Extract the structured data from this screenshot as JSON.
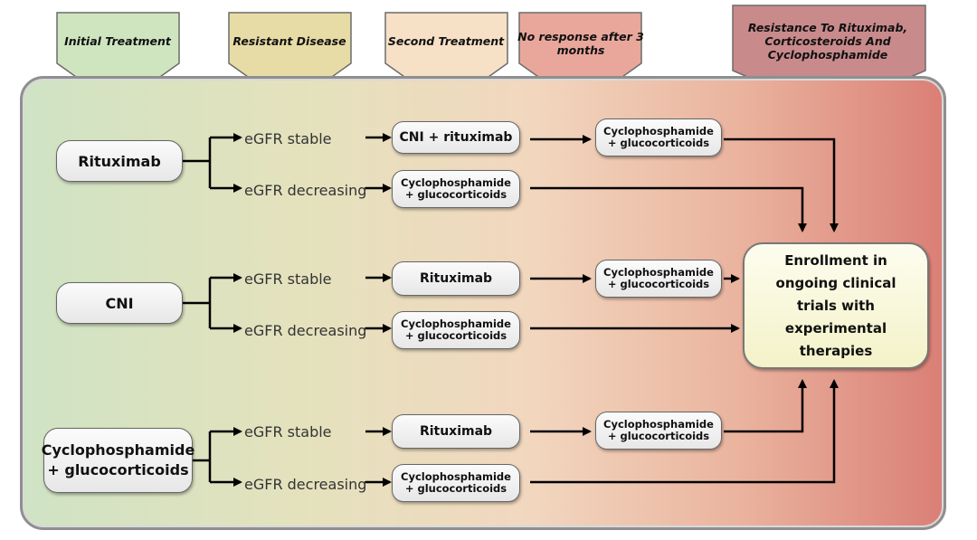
{
  "headers": [
    {
      "id": "initial",
      "label": "Initial Treatment",
      "color": "#cfe5c0"
    },
    {
      "id": "resistant",
      "label": "Resistant Disease",
      "color": "#e7dca6"
    },
    {
      "id": "second",
      "label": "Second Treatment",
      "color": "#f6e0c6"
    },
    {
      "id": "noresponse",
      "label": "No response after 3 months",
      "color": "#e9a79c"
    },
    {
      "id": "resistance",
      "label": "Resistance To Rituximab, Corticosteroids And Cyclophosphamide",
      "color": "#c98a8c"
    }
  ],
  "initial_treatments": [
    "Rituximab",
    "CNI",
    "Cyclophosphamide + glucocorticoids"
  ],
  "egfr": {
    "stable": "eGFR stable",
    "decreasing": "eGFR decreasing"
  },
  "second_treatments": {
    "row1_stable": "CNI + rituximab",
    "row2_stable": "Rituximab",
    "row3_stable": "Rituximab",
    "decreasing": "Cyclophosphamide + glucocorticoids"
  },
  "third_treatment": "Cyclophosphamide + glucocorticoids",
  "final": "Enrollment in ongoing clinical trials with experimental therapies"
}
